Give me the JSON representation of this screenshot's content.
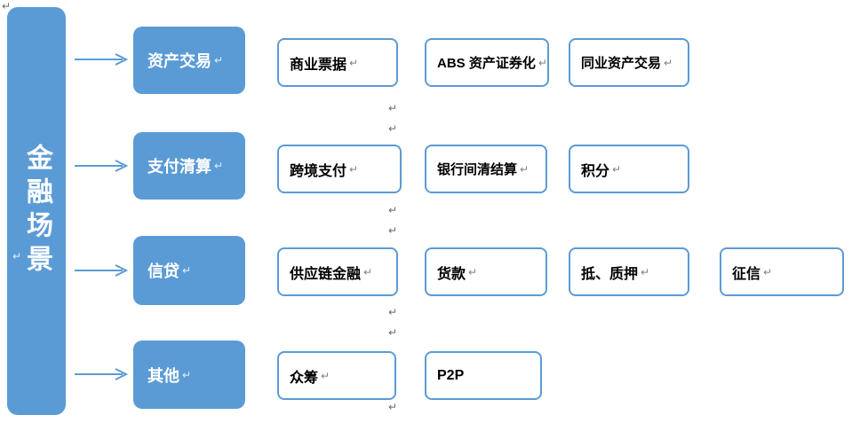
{
  "title": {
    "label": "金融场景"
  },
  "pilcrow": "↵",
  "rows": [
    {
      "category": "资产交易",
      "items": [
        "商业票据",
        "ABS 资产证券化",
        "同业资产交易"
      ]
    },
    {
      "category": "支付清算",
      "items": [
        "跨境支付",
        "银行间清结算",
        "积分"
      ]
    },
    {
      "category": "信贷",
      "items": [
        "供应链金融",
        "货款",
        "抵、质押",
        "征信"
      ]
    },
    {
      "category": "其他",
      "items": [
        "众筹",
        "P2P"
      ]
    }
  ],
  "colors": {
    "shape_fill": "#5B9BD5",
    "item_border": "#5B9BD5",
    "item_text": "#000000",
    "title_text": "#FFFFFF"
  }
}
